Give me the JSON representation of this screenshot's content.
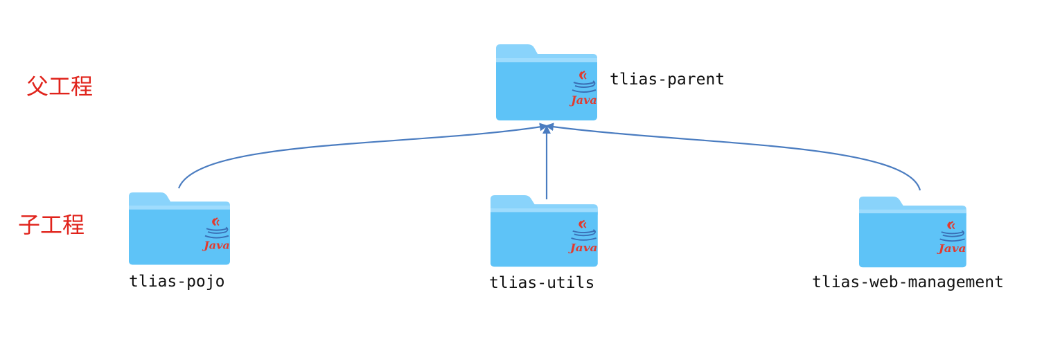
{
  "labels": {
    "parent_role": "父工程",
    "child_role": "子工程"
  },
  "parent": {
    "name": "tlias-parent"
  },
  "children": [
    {
      "name": "tlias-pojo"
    },
    {
      "name": "tlias-utils"
    },
    {
      "name": "tlias-web-management"
    }
  ],
  "icon": {
    "badge_text": "Java",
    "name": "java-folder-icon"
  },
  "colors": {
    "role_text": "#e0231b",
    "folder_front": "#5ec3f7",
    "folder_back": "#89d3fb",
    "connector": "#4a7cc0",
    "java_red": "#e23a2e",
    "java_blue": "#3a6fb5"
  }
}
